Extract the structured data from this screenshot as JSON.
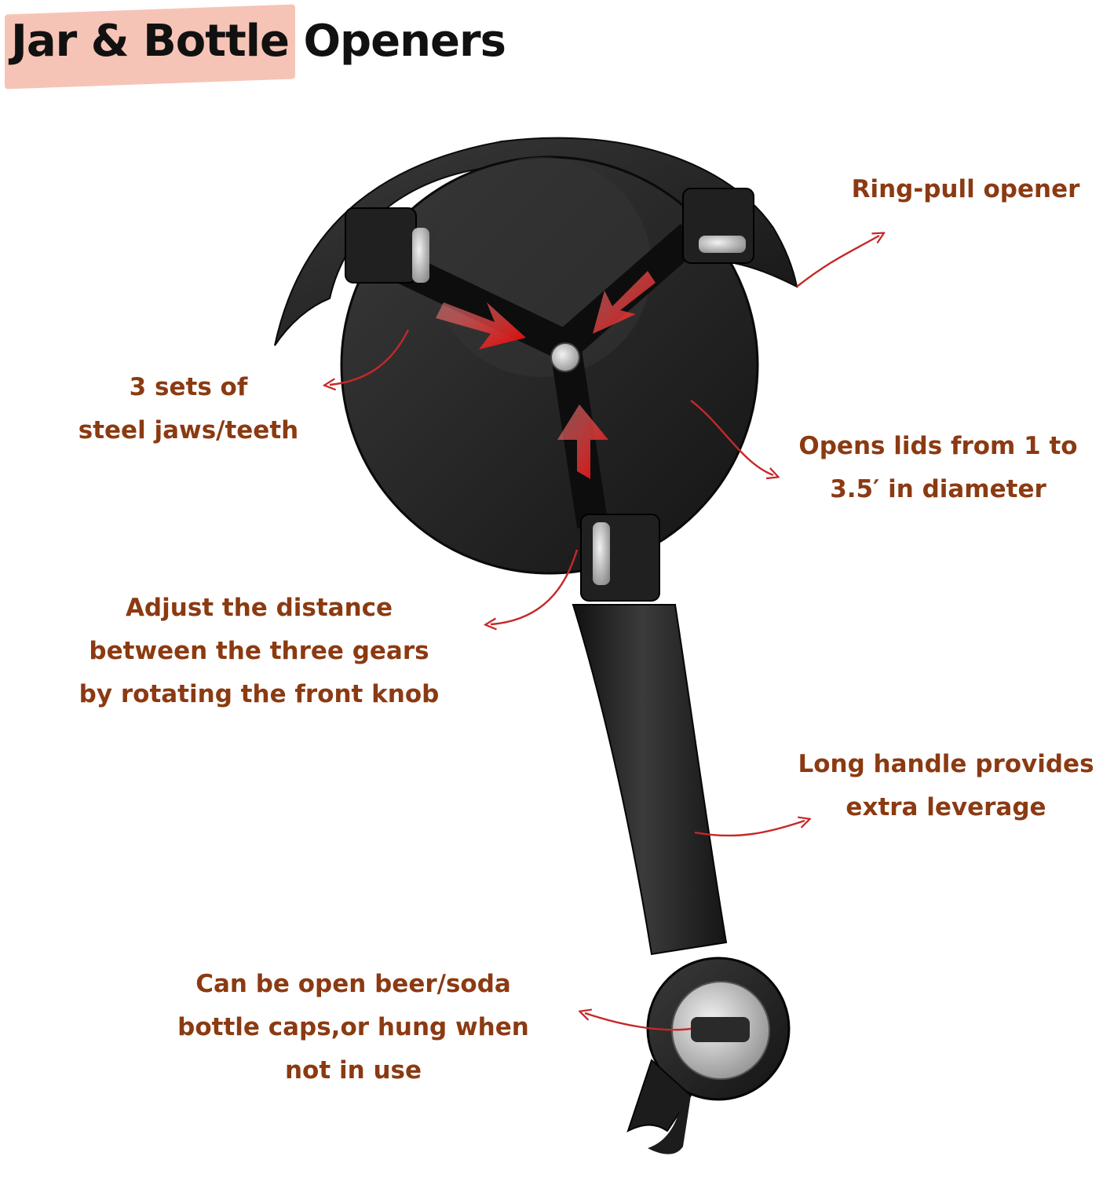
{
  "title": "Jar & Bottle Openers",
  "colors": {
    "title_highlight": "#f6c4b6",
    "label_text": "#8b3a12",
    "arrow": "#c62828",
    "tool_body": "#1c1c1c"
  },
  "callouts": {
    "ring_pull": {
      "lines": [
        "Ring-pull opener"
      ]
    },
    "jaws": {
      "lines": [
        "3 sets of",
        "steel jaws/teeth"
      ]
    },
    "lid_size": {
      "lines": [
        "Opens lids from 1 to",
        "3.5′ in diameter"
      ]
    },
    "adjust": {
      "lines": [
        "Adjust the distance",
        "between the three gears",
        "by rotating the front knob"
      ]
    },
    "handle": {
      "lines": [
        "Long handle provides",
        "extra leverage"
      ]
    },
    "bottle_cap": {
      "lines": [
        "Can be open beer/soda",
        "bottle caps,or hung when",
        "not in use"
      ]
    }
  }
}
